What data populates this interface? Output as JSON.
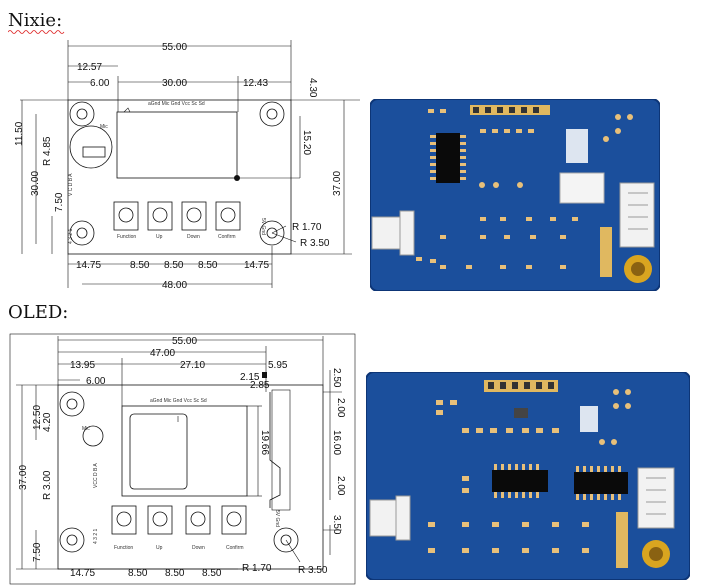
{
  "sections": {
    "nixie_title": "Nixie:",
    "oled_title": "OLED:"
  },
  "nixie": {
    "dims": {
      "total_width": "55.00",
      "left_to_hole": "12.57",
      "hole_inset": "6.00",
      "display_width": "30.00",
      "right_hole": "12.43",
      "top_offset": "4.30",
      "left_height": "11.50",
      "radius_mic": "R 4.85",
      "left_total": "30.00",
      "bottom_left": "7.50",
      "right_height": "15.20",
      "total_height": "37.00",
      "hole_r1": "R 1.70",
      "hole_r2": "R 3.50",
      "btn_left": "14.75",
      "btn_gap1": "8.50",
      "btn_gap2": "8.50",
      "btn_gap3": "8.50",
      "btn_right": "14.75",
      "bottom_span": "48.00"
    },
    "labels": {
      "header_pins": "aGnd Mic Gnd Vcc Sc Sd",
      "mic": "Mic",
      "power": "5V Gnd",
      "pin_nums": "4 3 2 1",
      "side_pins": "V C D B A",
      "buttons": [
        "Function",
        "Up",
        "Down",
        "Confirm"
      ]
    }
  },
  "oled": {
    "dims": {
      "total_width": "55.00",
      "inner_width": "47.00",
      "left_offset": "13.95",
      "display_width": "27.10",
      "right_conn": "5.95",
      "hole_inset": "6.00",
      "small_a": "2.15",
      "small_b": "2.85",
      "top_right": "2.50",
      "top_left_a": "12.50",
      "top_left_b": "4.20",
      "right_gap_top": "2.00",
      "display_height": "19.66",
      "conn_height": "16.00",
      "right_gap_bottom": "2.00",
      "total_height": "37.00",
      "radius": "R 3.00",
      "bottom_left": "7.50",
      "bottom_right": "3.50",
      "hole_r1": "R 1.70",
      "hole_r2": "R 3.50",
      "btn_left": "14.75",
      "btn_gap1": "8.50",
      "btn_gap2": "8.50",
      "btn_gap3": "8.50"
    },
    "labels": {
      "header_pins": "aGnd Mic Gnd Vcc Sc Sd",
      "mic": "Mic",
      "power": "5V Gnd",
      "pin_nums": "4 3 2 1",
      "side_pins": "VCC D B A",
      "buttons": [
        "Function",
        "Up",
        "Down",
        "Confirm"
      ]
    }
  },
  "colors": {
    "pcb_blue": "#1b4f9c",
    "pad": "#e8c07a",
    "chip": "#0a0a0a",
    "hole_gold": "#d9a520",
    "connector": "#f2f2f2"
  }
}
